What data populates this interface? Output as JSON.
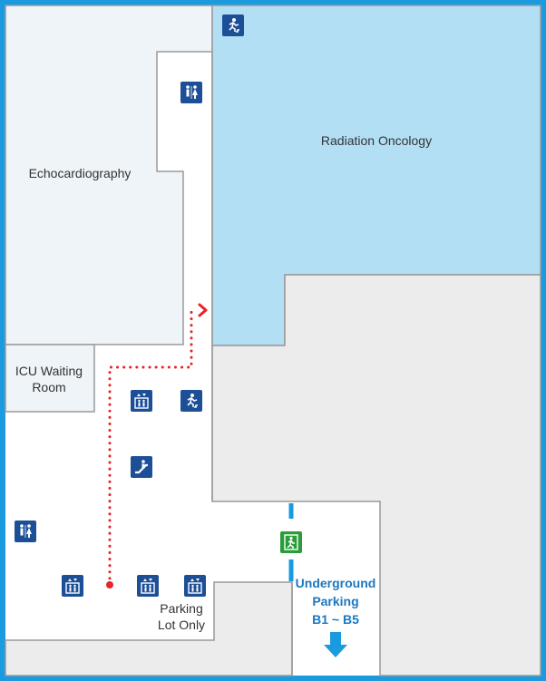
{
  "rooms": {
    "echocardiography": "Echocardiography",
    "radiation_oncology": "Radiation Oncology",
    "icu_waiting_room": "ICU Waiting\nRoom",
    "parking_lot_only": "Parking\nLot Only",
    "underground_parking": "Underground\nParking\nB1 ~ B5"
  },
  "icons": [
    "emergency-stairs-icon",
    "restroom-icon",
    "elevator-icon",
    "emergency-stairs-icon",
    "escalator-icon",
    "restroom-icon",
    "elevator-icon",
    "elevator-icon",
    "elevator-icon",
    "emergency-exit-icon"
  ],
  "colors": {
    "frame": "#1a9be0",
    "room_blue": "#b3dff5",
    "room_light": "#eef4f8",
    "room_gray": "#ececec",
    "icon_blue": "#1d4f97",
    "route_red": "#e8242a",
    "exit_green": "#2a9d3a",
    "label_blue": "#1a78c2"
  }
}
